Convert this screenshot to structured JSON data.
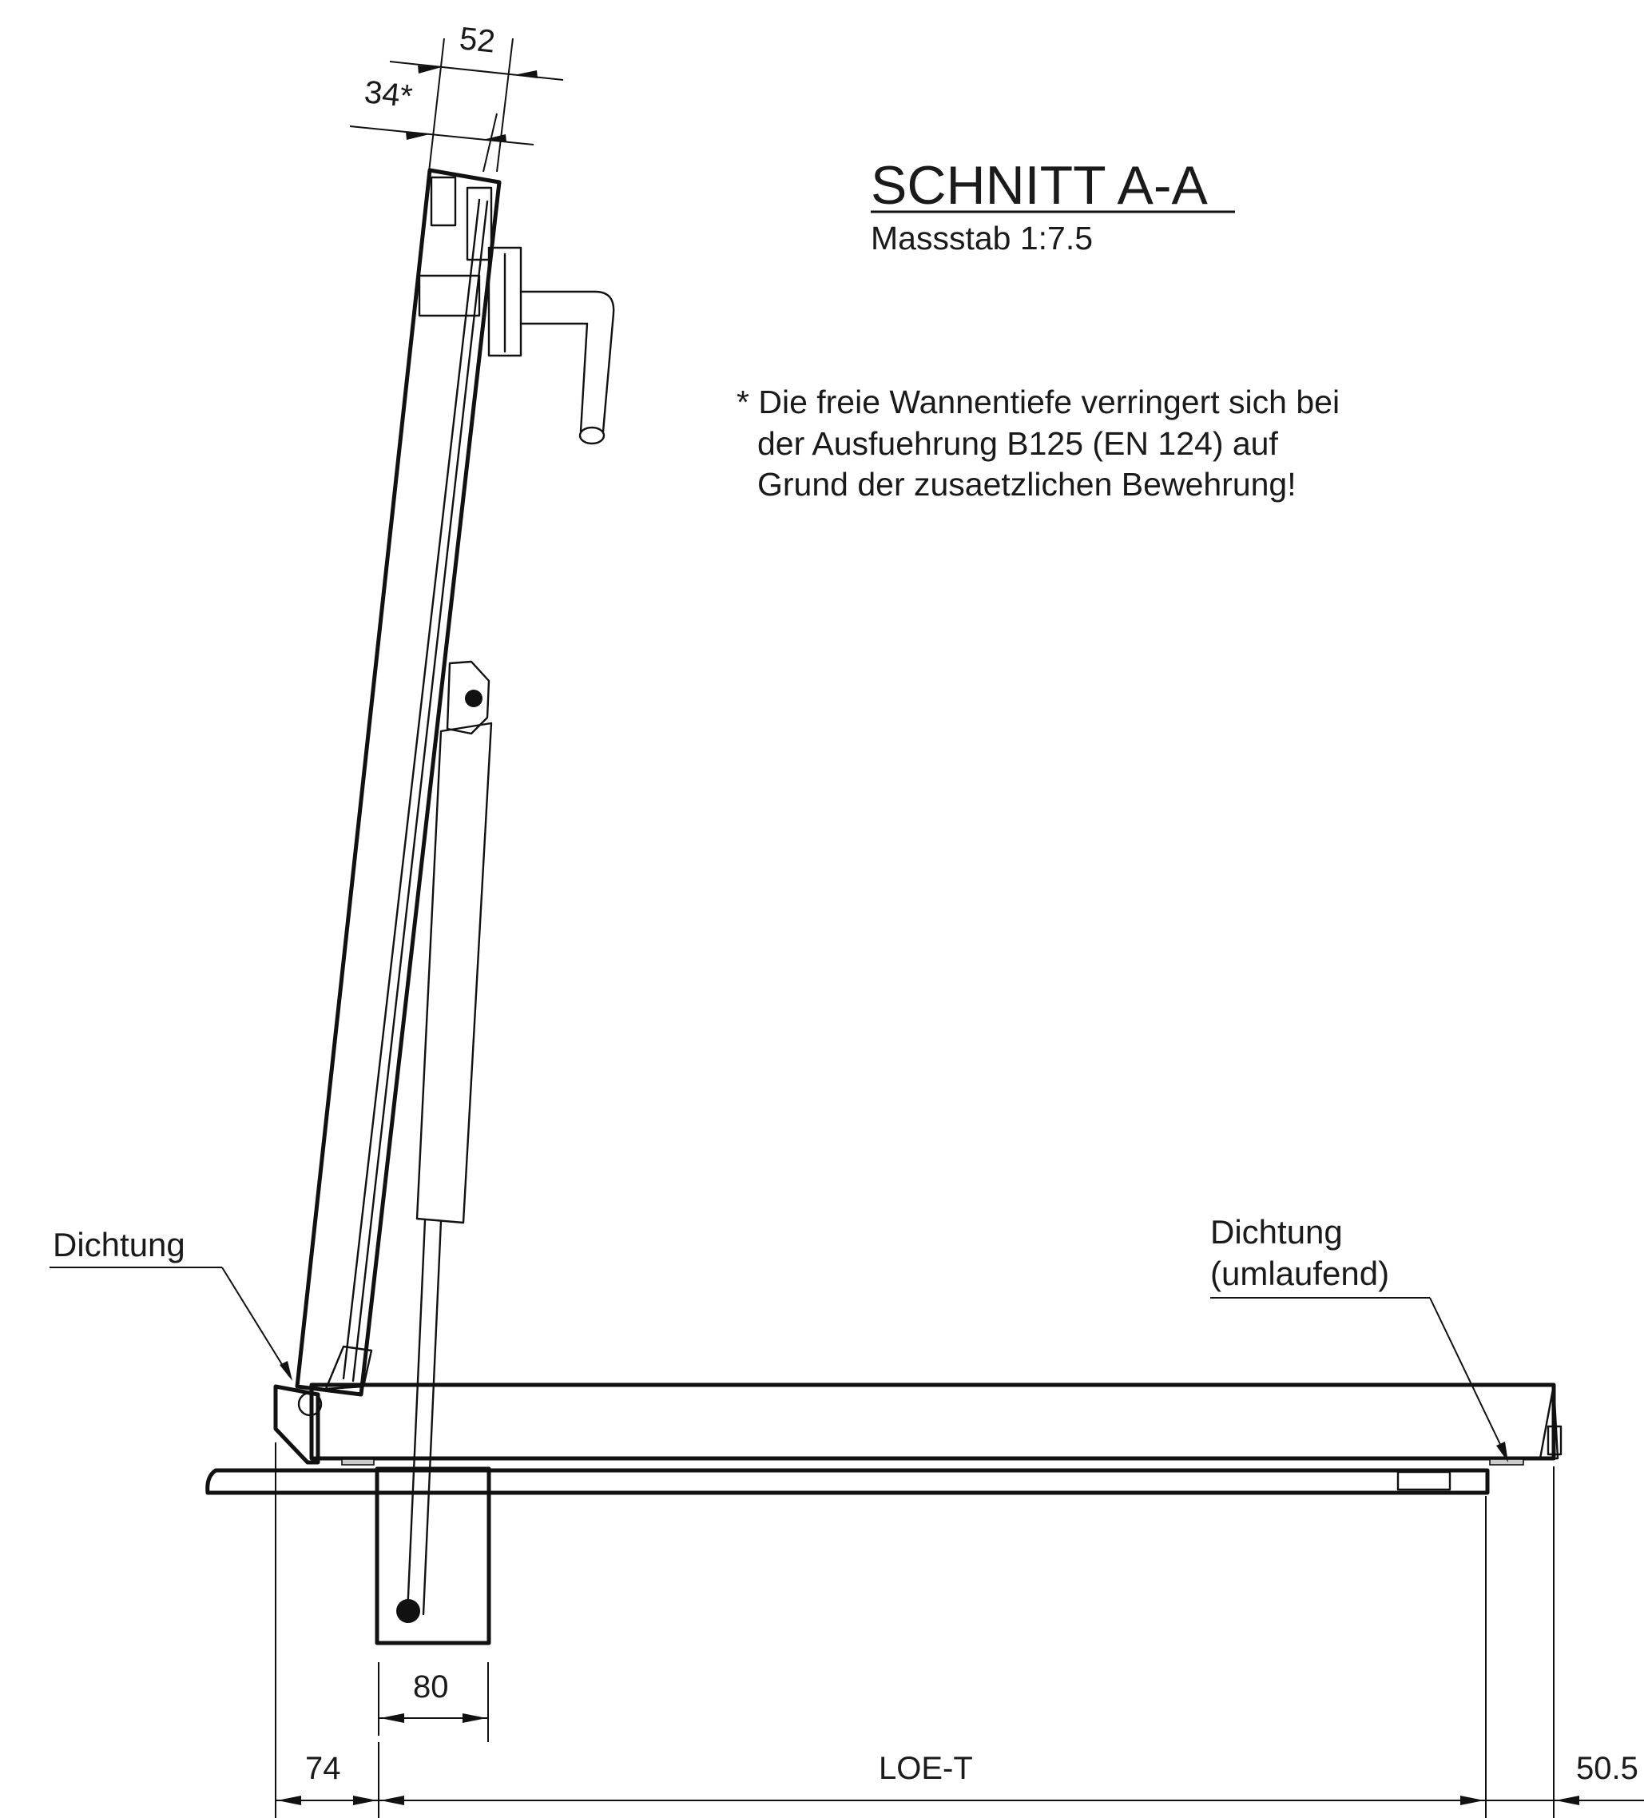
{
  "title": "SCHNITT A-A",
  "scale": "Massstab 1:7.5",
  "note": {
    "line1": "* Die freie Wannentiefe verringert sich bei",
    "line2": "der Ausfuehrung B125 (EN 124) auf",
    "line3": "Grund der zusaetzlichen Bewehrung!"
  },
  "labels": {
    "seal_left": "Dichtung",
    "seal_right_line1": "Dichtung",
    "seal_right_line2": "(umlaufend)"
  },
  "dimensions": {
    "top_52": "52",
    "top_34": "34*",
    "frame_80": "80",
    "left_74": "74",
    "clear_width": "LOE-T",
    "right_50_5": "50.5"
  }
}
